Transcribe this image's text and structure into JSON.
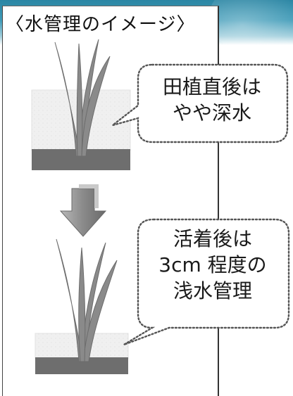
{
  "title": "〈水管理のイメージ〉",
  "callout_top": {
    "line1": "田植直後は",
    "line2": "やや深水"
  },
  "callout_bottom": {
    "line1": "活着後は",
    "line2": "3cm 程度の",
    "line3": "浅水管理"
  },
  "colors": {
    "header_band": "#3a97b4",
    "plant": "#8a8a8a",
    "soil": "#6e6e6e",
    "water": "#efefef",
    "arrow": "#8c8c8c"
  }
}
